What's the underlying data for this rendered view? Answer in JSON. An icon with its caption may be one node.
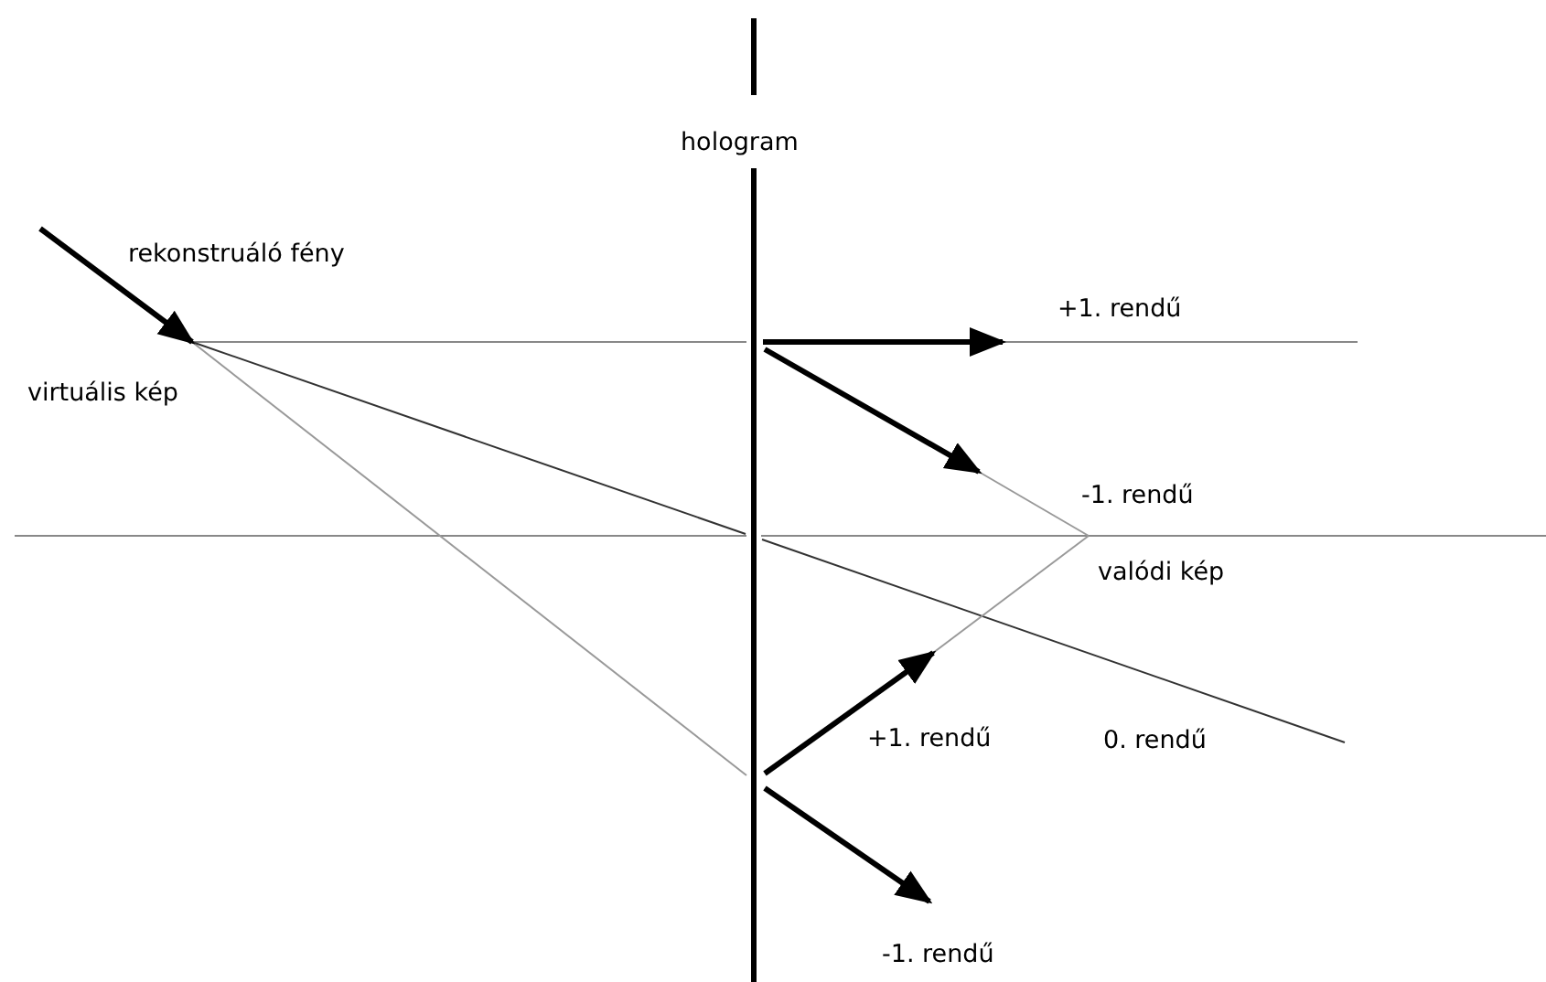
{
  "diagram": {
    "labels": [
      "hologram",
      "rekonstruáló fény",
      "virtuális kép",
      "+1. rendű",
      "-1. rendű",
      "valódi kép",
      "+1. rendű",
      "0. rendű",
      "-1. rendű"
    ]
  }
}
